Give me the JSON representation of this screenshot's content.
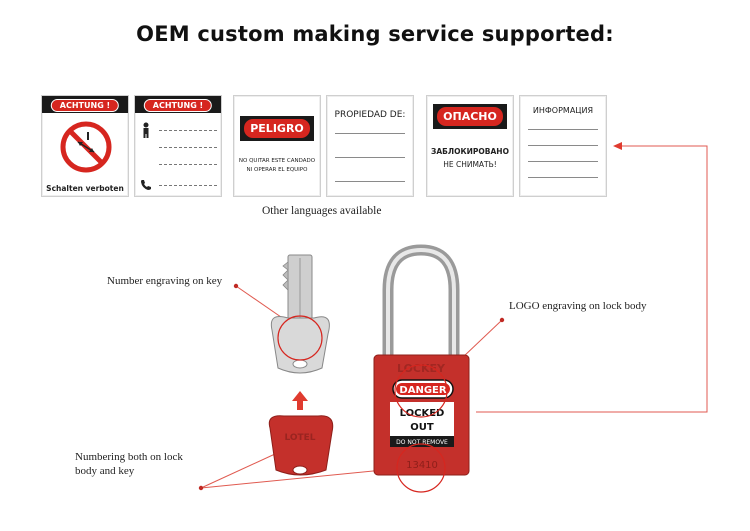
{
  "title": "OEM custom making service supported:",
  "tags": {
    "t1": {
      "header": "ACHTUNG !",
      "footer": "Schalten verboten"
    },
    "t2": {
      "header": "ACHTUNG !"
    },
    "t3": {
      "header": "PELIGRO",
      "line1": "NO QUITAR ESTE CANDADO",
      "line2": "NI OPERAR EL EQUIPO"
    },
    "t4": {
      "title": "PROPIEDAD DE:"
    },
    "t5": {
      "header": "ОПАСНО",
      "line1": "ЗАБЛОКИРОВАНО",
      "line2": "НЕ СНИМАТЬ!"
    },
    "t6": {
      "title": "ИНФОРМАЦИЯ"
    }
  },
  "other_languages": "Other languages available",
  "labels": {
    "key_engraving": "Number engraving on key",
    "logo_engraving": "LOGO engraving on lock body",
    "numbering": "Numbering both on lock body and key"
  },
  "lock": {
    "brand": "LOCKEY",
    "danger": "DANGER",
    "locked": "LOCKED",
    "out": "OUT",
    "do_not_remove": "DO NOT REMOVE",
    "number": "13410"
  },
  "key_text": "LOTEL",
  "colors": {
    "red": "#d6261f",
    "lock_red": "#c4302b",
    "arrow": "#e03b2f"
  }
}
